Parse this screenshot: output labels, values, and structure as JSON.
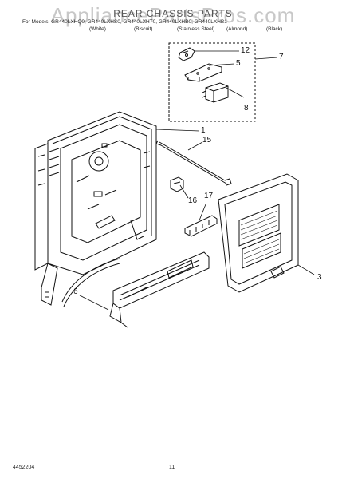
{
  "watermark": "AppliancePartsPros.com",
  "title": "REAR CHASSIS PARTS",
  "models_line": "For Models: GR440LXHQ0, GR440LXHS0, GR440LXHT0, GR440LXHB0, GR440LXHB1",
  "finishes": [
    "(White)",
    "(Biscuit)",
    "(Stainless Steel)",
    "(Almond)",
    "(Black)"
  ],
  "callouts": {
    "c1": "1",
    "c3": "3",
    "c5": "5",
    "c6": "6",
    "c7": "7",
    "c8": "8",
    "c12": "12",
    "c15": "15",
    "c16": "16",
    "c17": "17"
  },
  "footer": {
    "doc_number": "4452204",
    "page_number": "11"
  }
}
